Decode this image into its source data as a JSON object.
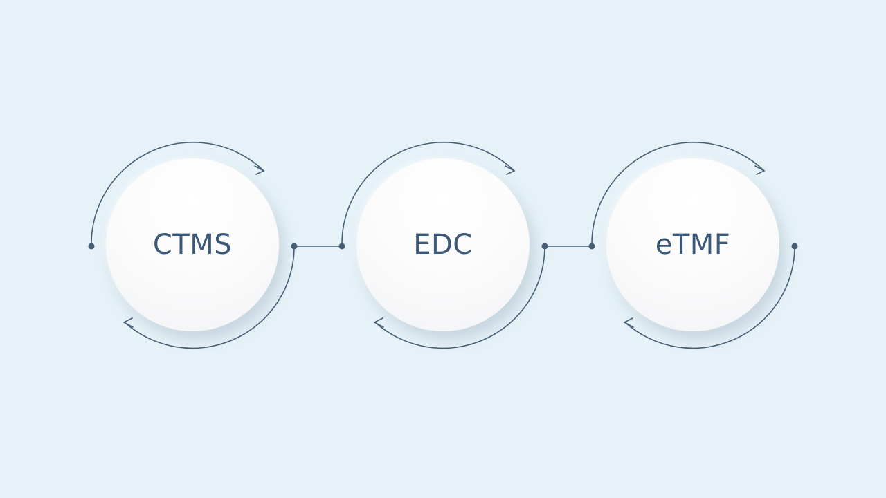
{
  "nodes": [
    {
      "label": "CTMS"
    },
    {
      "label": "EDC"
    },
    {
      "label": "eTMF"
    }
  ],
  "colors": {
    "background": "#e6f2f8",
    "line": "#475f75",
    "text": "#3b5878"
  }
}
